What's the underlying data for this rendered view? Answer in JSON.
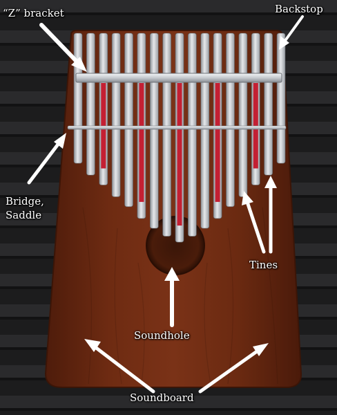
{
  "labels": {
    "z_bracket": "“Z” bracket",
    "backstop": "Backstop",
    "bridge_saddle_line1": "Bridge,",
    "bridge_saddle_line2": "Saddle",
    "tines": "Tines",
    "soundhole": "Soundhole",
    "soundboard": "Soundboard"
  },
  "colors": {
    "background_foam": "#1c1c1d",
    "wood": "#6b2a12",
    "tine_metal": "#c9cbd0",
    "tine_accent_red": "#c41f33",
    "bar_metal": "#dcdfe3",
    "label_text": "#ffffff",
    "arrow": "#ffffff"
  },
  "tines": {
    "count": 17,
    "red_marked_tines": [
      3,
      6,
      9,
      12,
      15
    ],
    "lengths": [
      0.66,
      0.72,
      0.77,
      0.83,
      0.88,
      0.94,
      0.99,
      1.03,
      1.06,
      1.03,
      0.99,
      0.94,
      0.88,
      0.83,
      0.77,
      0.72,
      0.66
    ]
  }
}
